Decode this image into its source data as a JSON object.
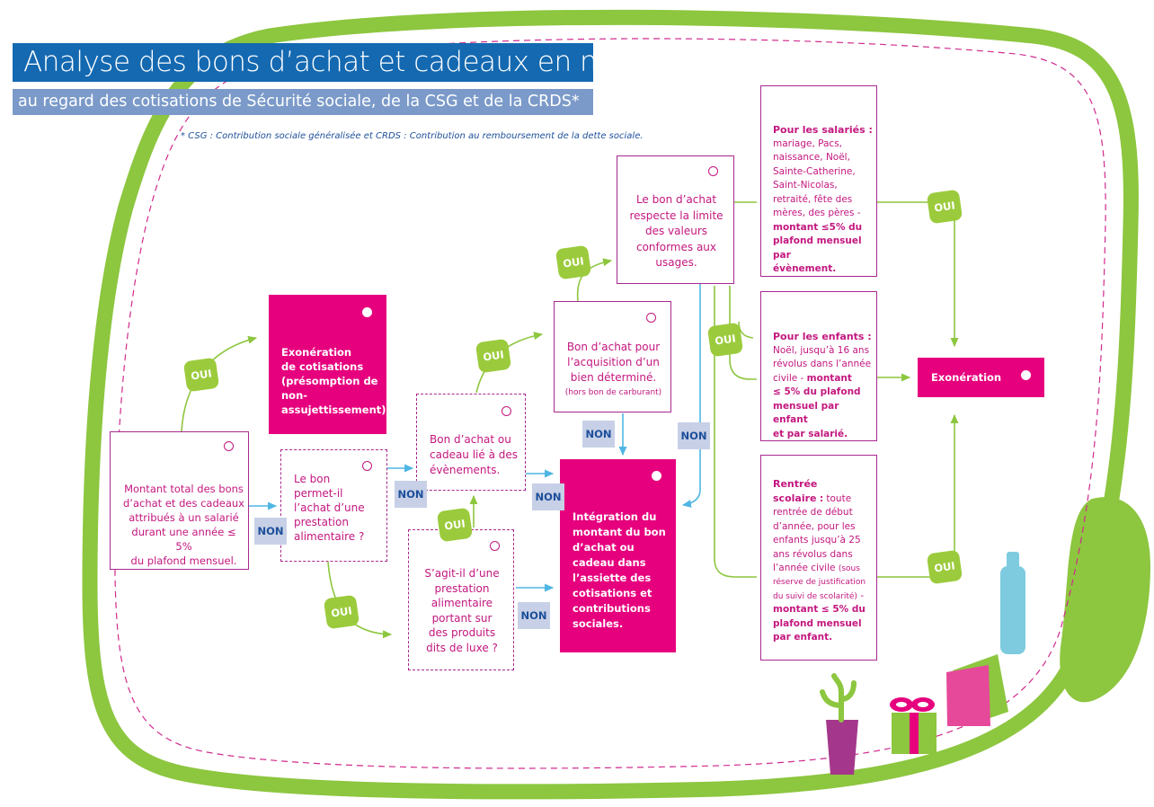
{
  "title": "Analyse des bons d’achat et cadeaux en nature",
  "subtitle": "au regard des cotisations de Sécurité sociale, de la CSG et de la CRDS*",
  "footnote": "* CSG : Contribution sociale généralisée et CRDS : Contribution au remboursement de la dette sociale.",
  "colors": {
    "green": "#8dc63f",
    "magenta": "#e6007e",
    "blue": "#1469b1",
    "cyan": "#4fb6e3",
    "pink_text": "#c3177f"
  },
  "badges": {
    "oui": "OUI",
    "non": "NON"
  },
  "nodes": {
    "montant_total": [
      "Montant total des bons",
      "d’achat et des cadeaux",
      "attribués à un salarié",
      "durant une année ≤ 5%",
      "du plafond mensuel."
    ],
    "le_bon": [
      "Le bon",
      "permet-il",
      "l’achat d’une",
      "prestation",
      "alimentaire ?"
    ],
    "exoneration_cotisations": [
      "Exonération",
      "de cotisations",
      "(présomption de",
      "non-",
      "assujettissement)"
    ],
    "bon_evenements": [
      "Bon d’achat ou",
      "cadeau lié à des",
      "évènements."
    ],
    "sagit_il": [
      "S’agit-il d’une",
      "prestation",
      "alimentaire",
      "portant sur",
      "des produits",
      "dits de luxe ?"
    ],
    "bon_bien": [
      "Bon d’achat pour",
      "l’acquisition d’un",
      "bien déterminé."
    ],
    "bon_bien_note": "(hors bon de carburant)",
    "limite": [
      "Le bon d’achat",
      "respecte la limite",
      "des valeurs",
      "conformes aux",
      "usages."
    ],
    "integration": [
      "Intégration du",
      "montant du bon",
      "d’achat ou",
      "cadeau dans",
      "l’assiette des",
      "cotisations et",
      "contributions",
      "sociales."
    ],
    "salaries_title": "Pour les salariés :",
    "salaries_body": [
      "mariage, Pacs,",
      "naissance, Noël,",
      "Sainte-Catherine,",
      "Saint-Nicolas,",
      "retraité, fête des",
      "mères, des pères -"
    ],
    "salaries_bold": [
      "montant ≤5% du",
      "plafond mensuel par",
      "évènement."
    ],
    "enfants_title": "Pour les enfants :",
    "enfants_body": [
      "Noël, jusqu’à 16 ans",
      "révolus dans l’année",
      "civile -"
    ],
    "enfants_bold_inline": "montant",
    "enfants_bold": [
      "≤ 5% du plafond",
      "mensuel par enfant",
      "et par salarié."
    ],
    "rentree_title": [
      "Rentrée",
      "scolaire"
    ],
    "rentree_colon": ":",
    "rentree_inline": "toute",
    "rentree_body": [
      "rentrée de début",
      "d’année, pour les",
      "enfants jusqu’à 25",
      "ans révolus dans",
      "l’année civile"
    ],
    "rentree_paren_1": "(sous",
    "rentree_paren": [
      "réserve de justification",
      "du suivi de scolarité)"
    ],
    "rentree_dash": "-",
    "rentree_bold": [
      "montant ≤ 5% du",
      "plafond mensuel",
      "par enfant."
    ],
    "exoneration": "Exonération"
  }
}
